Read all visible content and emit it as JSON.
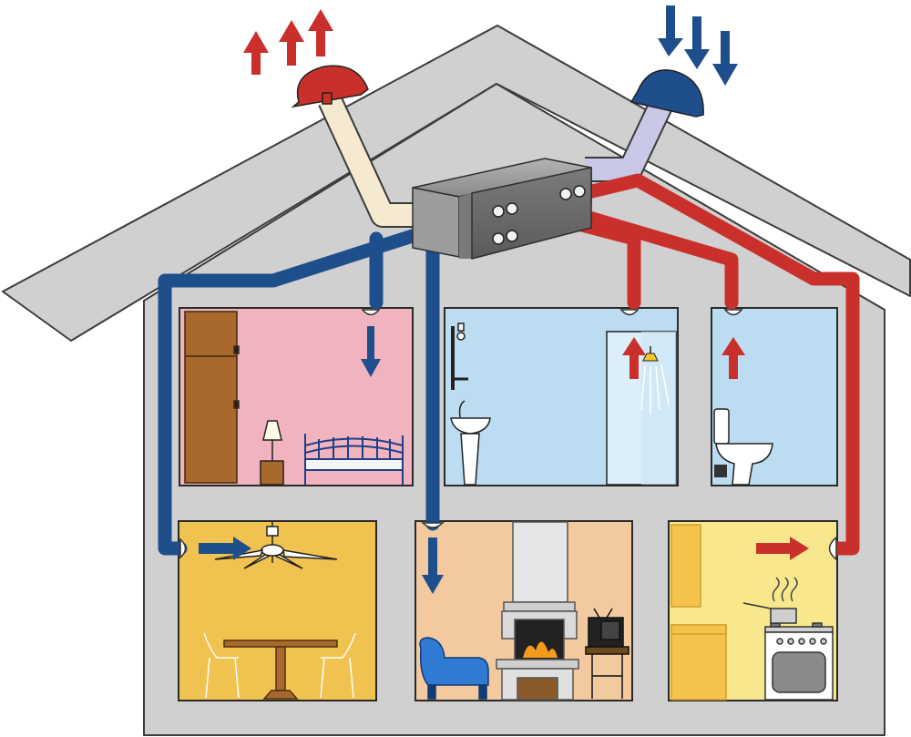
{
  "diagram": {
    "kind": "house-ventilation-heat-recovery",
    "rooms": [
      {
        "id": "bedroom",
        "role": "supply",
        "color": "#f1b3bd"
      },
      {
        "id": "bathroom",
        "role": "extract",
        "color": "#bcdcf1"
      },
      {
        "id": "toilet",
        "role": "extract",
        "color": "#bcdcf1"
      },
      {
        "id": "dining-room",
        "role": "supply",
        "color": "#f0c24f"
      },
      {
        "id": "living-room",
        "role": "supply",
        "color": "#f3c99f"
      },
      {
        "id": "kitchen",
        "role": "extract",
        "color": "#f8e78c"
      }
    ]
  },
  "colors": {
    "house": "#d0d0d0",
    "supply_duct": "#1e4e8c",
    "extract_duct": "#c9302c",
    "fresh_air_intake": "#c9c8e6",
    "exhaust_outlet": "#f5e9cf",
    "heat_recovery_unit": "#8f8f8f"
  },
  "icons": [
    "exhaust-arrows-icon",
    "intake-arrows-icon",
    "heat-recovery-unit-icon",
    "wardrobe-icon",
    "lamp-icon",
    "bed-icon",
    "sink-icon",
    "shower-icon",
    "toilet-icon",
    "ceiling-fan-icon",
    "table-icon",
    "chair-icon",
    "armchair-icon",
    "fireplace-icon",
    "tv-icon",
    "stove-icon"
  ]
}
